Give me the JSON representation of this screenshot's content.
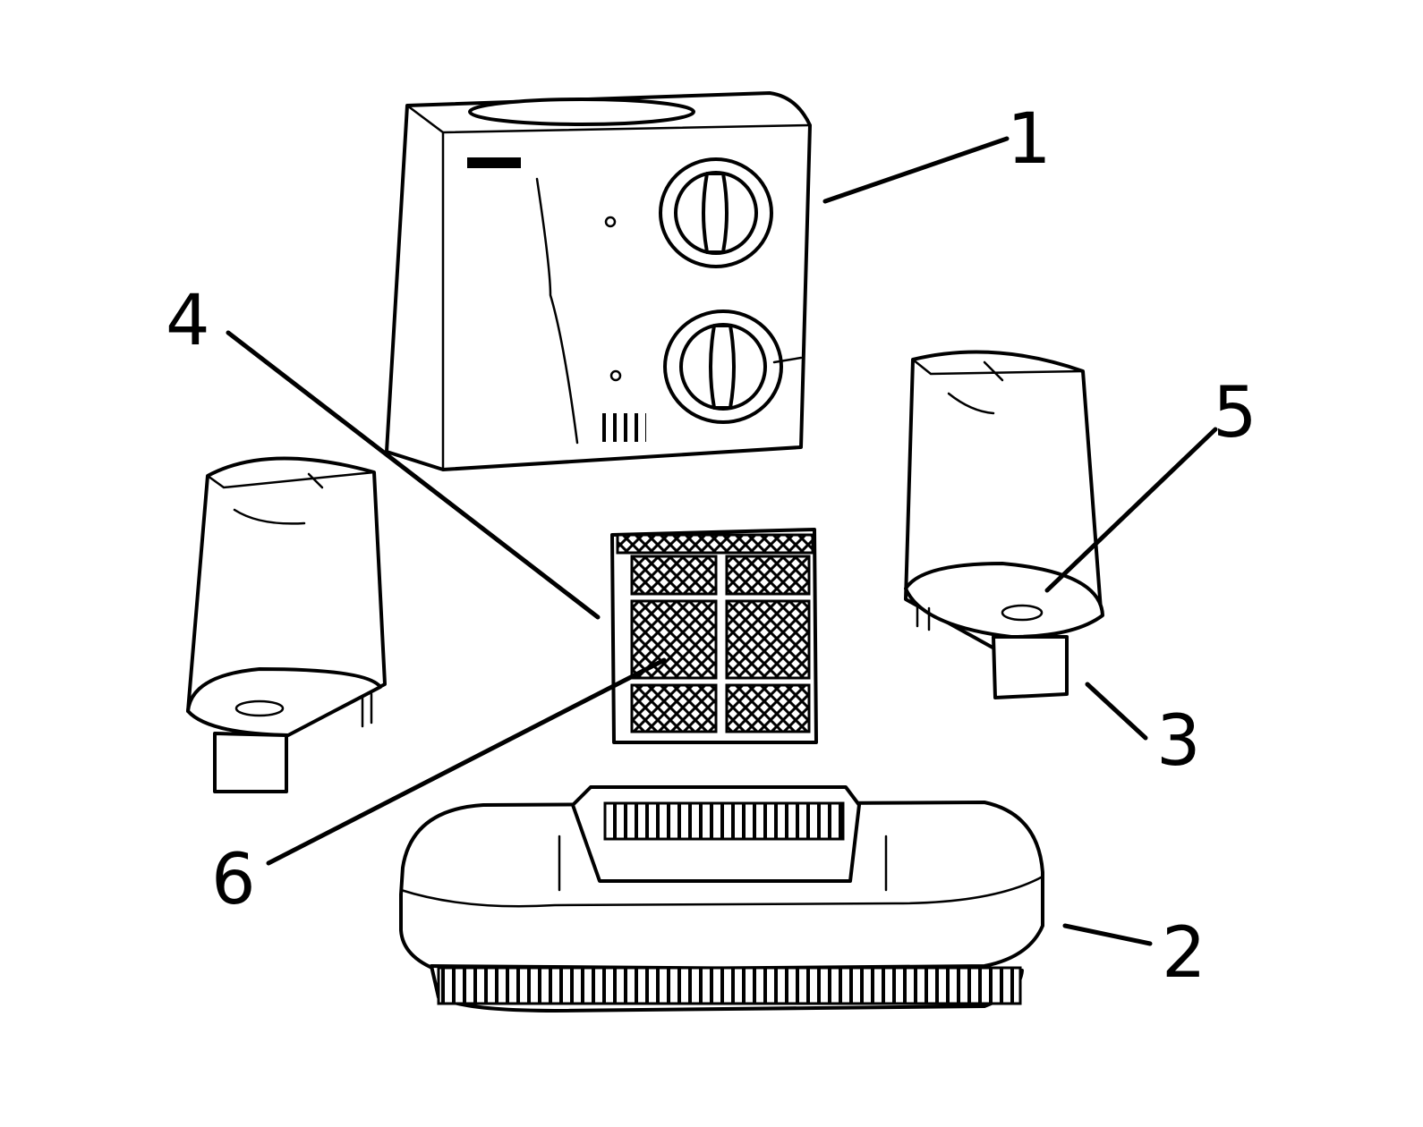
{
  "diagram": {
    "callouts": {
      "housing": "1",
      "base_tray": "2",
      "tank_right": "3",
      "leader_4": "4",
      "tank_valve": "5",
      "filter": "6"
    },
    "colors": {
      "line": "#000000",
      "background": "#ffffff"
    }
  }
}
